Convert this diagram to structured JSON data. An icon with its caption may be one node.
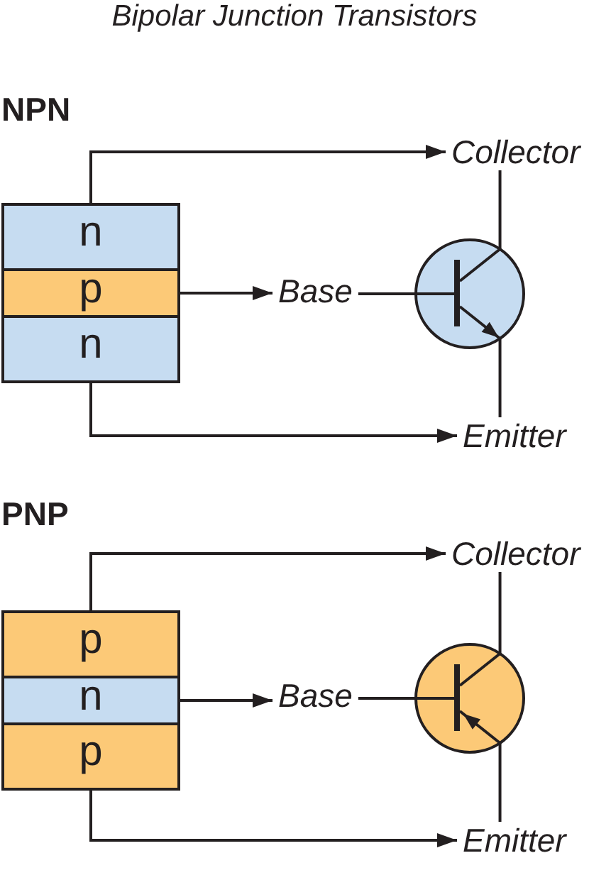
{
  "diagram": {
    "title": "Bipolar Junction Transistors",
    "nodes": [
      {
        "text": [
          "n"
        ]
      },
      {
        "text": [
          "p"
        ]
      },
      {
        "text": [
          "n"
        ]
      },
      {
        "text": [
          "Collector"
        ]
      },
      {
        "text": [
          "Base"
        ]
      },
      {
        "text": [],
        "shape": "circle"
      },
      {
        "text": [
          "Emitter"
        ]
      },
      {
        "text": [
          "p"
        ]
      },
      {
        "text": [
          "n"
        ]
      },
      {
        "text": [
          "p"
        ]
      },
      {
        "text": [
          "Collector"
        ]
      },
      {
        "text": [
          "Base"
        ]
      },
      {
        "text": [],
        "shape": "circle"
      },
      {
        "text": [
          "Emitter"
        ]
      }
    ],
    "edges": [
      {
        "from": 0,
        "to": 3,
        "arrow": "to"
      },
      {
        "from": 1,
        "to": 4,
        "arrow": "to"
      },
      {
        "from": 2,
        "to": 6,
        "arrow": "to"
      },
      {
        "from": 4,
        "to": 5,
        "arrow": "none"
      },
      {
        "from": 5,
        "to": 3,
        "arrow": "none"
      },
      {
        "from": 5,
        "to": 6,
        "arrow": "none"
      },
      {
        "from": 7,
        "to": 10,
        "arrow": "to"
      },
      {
        "from": 8,
        "to": 11,
        "arrow": "to"
      },
      {
        "from": 9,
        "to": 13,
        "arrow": "to"
      },
      {
        "from": 11,
        "to": 12,
        "arrow": "none"
      },
      {
        "from": 12,
        "to": 10,
        "arrow": "none"
      },
      {
        "from": 12,
        "to": 13,
        "arrow": "none"
      }
    ],
    "labels": [
      "NPN",
      "PNP"
    ]
  }
}
